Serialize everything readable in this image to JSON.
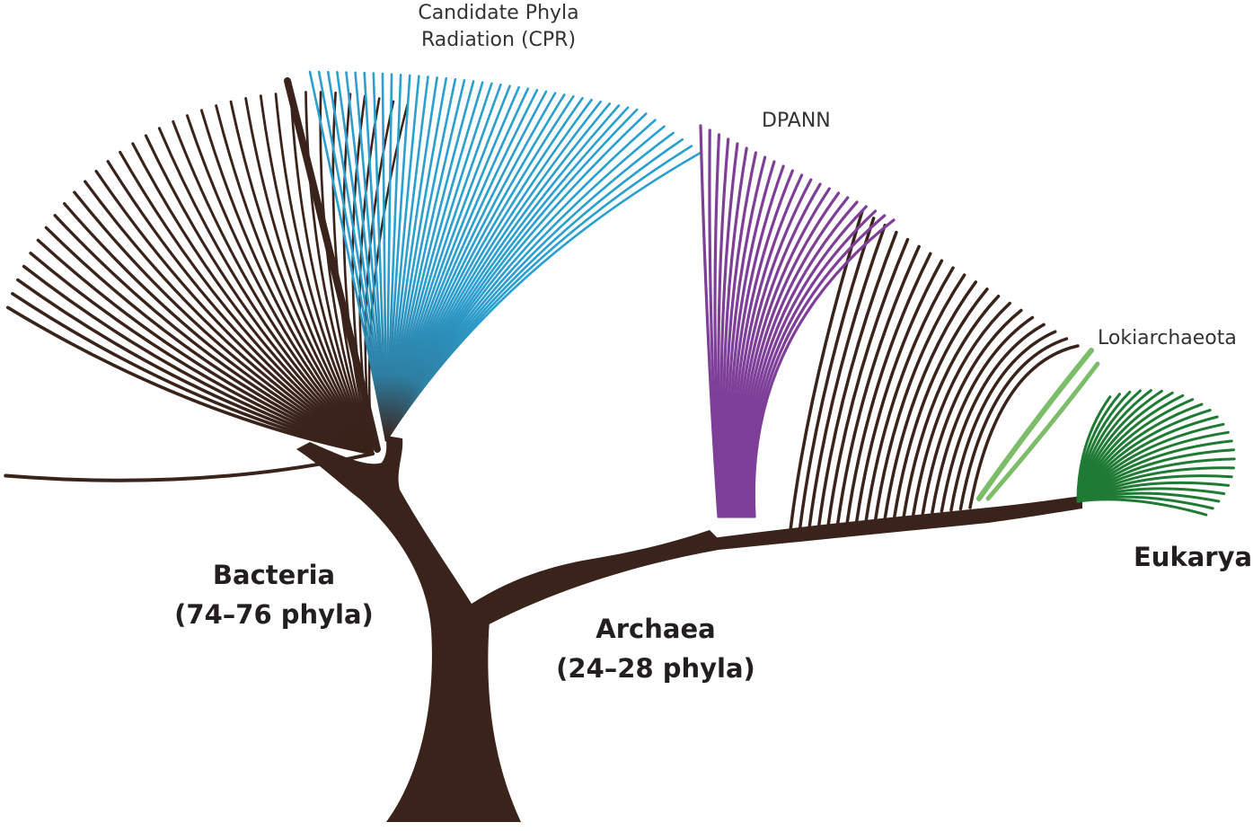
{
  "labels": {
    "cpr_line1": "Candidate Phyla",
    "cpr_line2": "Radiation (CPR)",
    "dpann": "DPANN",
    "lokiarchaeota": "Lokiarchaeota",
    "eukarya": "Eukarya",
    "bacteria_line1": "Bacteria",
    "bacteria_line2": "(74–76 phyla)",
    "archaea_line1": "Archaea",
    "archaea_line2": "(24–28 phyla)"
  },
  "colors": {
    "trunk": "#3a231a",
    "cpr": "#2a9fd0",
    "dpann": "#7e3f98",
    "lokiarchaeota": "#7dbd6a",
    "eukarya": "#1f7a34",
    "text": "#231f20"
  }
}
